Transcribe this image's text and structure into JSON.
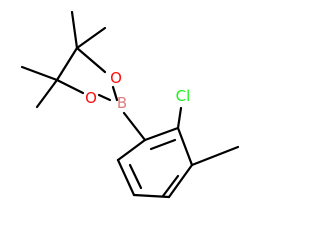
{
  "molecule": {
    "atoms": {
      "oxygen_upper": {
        "symbol": "O",
        "color": "#ff0d0d"
      },
      "oxygen_lower": {
        "symbol": "O",
        "color": "#ff0d0d"
      },
      "boron": {
        "symbol": "B",
        "color": "#e08080"
      },
      "chlorine": {
        "symbol": "Cl",
        "color": "#1ff01f"
      }
    },
    "bond_color": "#000000"
  }
}
